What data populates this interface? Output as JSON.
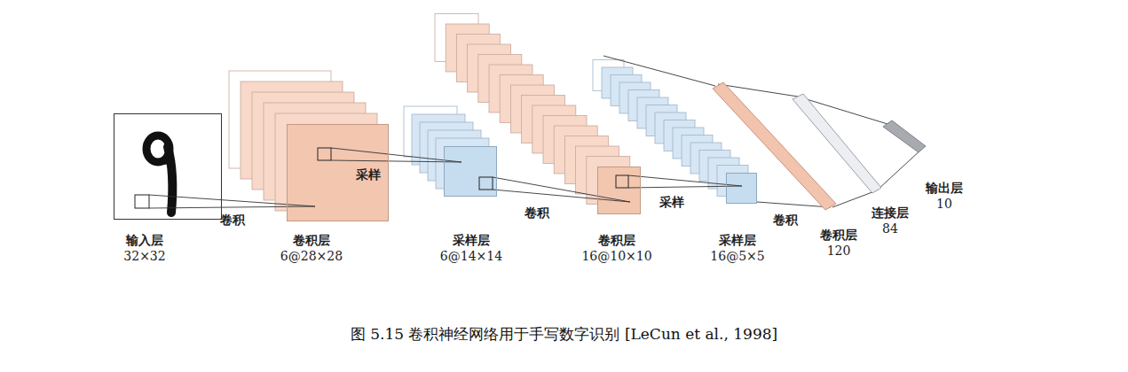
{
  "diagram": {
    "caption": "图 5.15 卷积神经网络用于手写数字识别 [LeCun et al., 1998]",
    "nodes": [
      {
        "text": [
          "输入层",
          "32×32"
        ]
      },
      {
        "text": [
          "卷积层",
          "6@28×28"
        ]
      },
      {
        "text": [
          "采样层",
          "6@14×14"
        ]
      },
      {
        "text": [
          "卷积层",
          "16@10×10"
        ]
      },
      {
        "text": [
          "采样层",
          "16@5×5"
        ]
      },
      {
        "text": [
          "卷积层",
          "120"
        ]
      },
      {
        "text": [
          "连接层",
          "84"
        ]
      },
      {
        "text": [
          "输出层",
          "10"
        ]
      }
    ],
    "edges": [
      {
        "from": 0,
        "to": 1,
        "arrow": "none",
        "label": "卷积"
      },
      {
        "from": 1,
        "to": 2,
        "arrow": "none",
        "label": "采样"
      },
      {
        "from": 2,
        "to": 3,
        "arrow": "none",
        "label": "卷积"
      },
      {
        "from": 3,
        "to": 4,
        "arrow": "none",
        "label": "采样"
      },
      {
        "from": 4,
        "to": 5,
        "arrow": "none",
        "label": "卷积"
      },
      {
        "from": 5,
        "to": 6,
        "arrow": "none"
      },
      {
        "from": 6,
        "to": 7,
        "arrow": "none"
      }
    ]
  }
}
